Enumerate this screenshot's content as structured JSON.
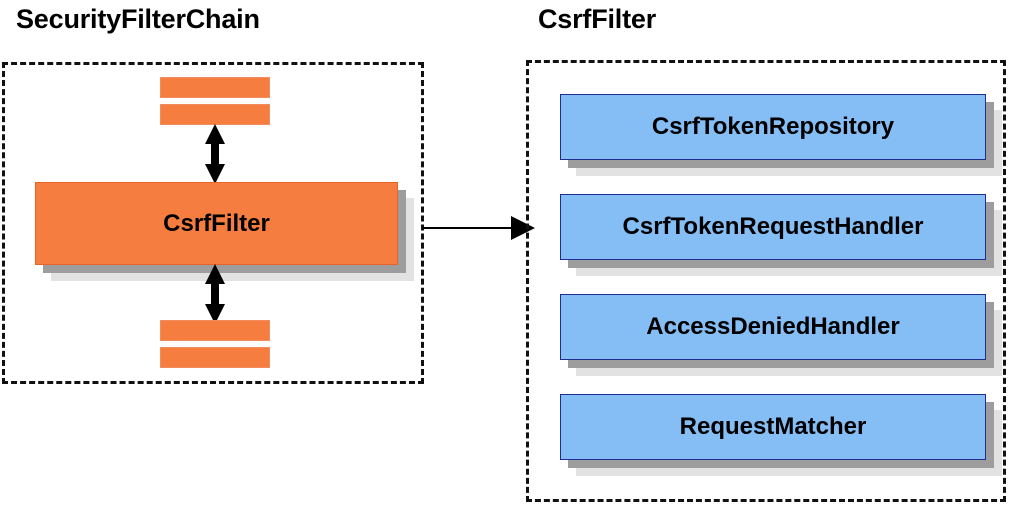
{
  "diagram": {
    "type": "component-relationship-diagram",
    "background_color": "#ffffff",
    "panels": [
      {
        "id": "security-filter-chain",
        "title": "SecurityFilterChain",
        "frame_style": "dashed",
        "frame_color": "#111111",
        "highlight_color": "#f47d3f",
        "items": [
          {
            "kind": "stub",
            "label": ""
          },
          {
            "kind": "stub",
            "label": ""
          },
          {
            "kind": "block",
            "label": "CsrfFilter"
          },
          {
            "kind": "stub",
            "label": ""
          },
          {
            "kind": "stub",
            "label": ""
          }
        ]
      },
      {
        "id": "csrf-filter",
        "title": "CsrfFilter",
        "frame_style": "dashed",
        "frame_color": "#111111",
        "highlight_color": "#85bdf5",
        "items": [
          {
            "kind": "block",
            "label": "CsrfTokenRepository"
          },
          {
            "kind": "block",
            "label": "CsrfTokenRequestHandler"
          },
          {
            "kind": "block",
            "label": "AccessDeniedHandler"
          },
          {
            "kind": "block",
            "label": "RequestMatcher"
          }
        ]
      }
    ],
    "connectors": [
      {
        "id": "chain-above-to-csrffilter",
        "style": "double-headed",
        "orientation": "vertical",
        "color": "#000000"
      },
      {
        "id": "csrffilter-to-chain-below",
        "style": "double-headed",
        "orientation": "vertical",
        "color": "#000000"
      },
      {
        "id": "csrffilter-expands-to-detail",
        "style": "single-headed",
        "orientation": "horizontal",
        "color": "#000000"
      }
    ],
    "colors": {
      "orange_fill": "#f47d3f",
      "orange_border": "#e8622a",
      "blue_fill": "#85bdf5",
      "blue_border": "#1f2f8f",
      "shadow_near": "#9d9d9d",
      "shadow_far": "#e2e2e2",
      "text": "#000000",
      "frame": "#111111"
    }
  }
}
